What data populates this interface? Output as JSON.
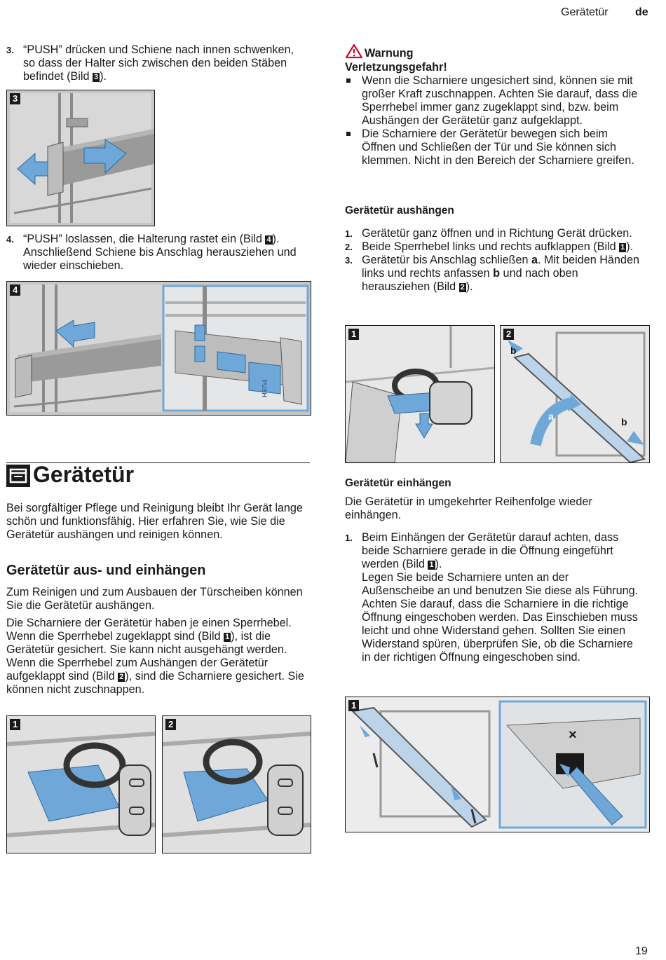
{
  "header": {
    "title": "Gerätetür",
    "lang": "de"
  },
  "page_number": "19",
  "left": {
    "step3": {
      "num": "3.",
      "text": "“PUSH” drücken und Schiene nach innen schwenken, so dass der Halter sich zwischen den beiden Stäben befindet (Bild ",
      "ref": "3",
      "tail": ")."
    },
    "fig3_label": "3",
    "step4": {
      "num": "4.",
      "text": "“PUSH” loslassen, die Halterung rastet ein (Bild ",
      "ref": "4",
      "tail": "). Anschließend Schiene bis Anschlag herausziehen und wieder einschieben."
    },
    "fig4_label": "4",
    "fig4_push": "PUSH",
    "section_title": "Gerätetür",
    "intro": "Bei sorgfältiger Pflege und Reinigung bleibt Ihr Gerät lange schön und funktionsfähig. Hier erfahren Sie, wie Sie die Gerätetür aushängen und reinigen können.",
    "subsection_title": "Gerätetür aus- und einhängen",
    "para1": "Zum Reinigen und zum Ausbauen der Türscheiben können Sie die Gerätetür aushängen.",
    "para2_a": "Die Scharniere der Gerätetür haben je einen Sperrhebel.",
    "para2_b": "Wenn die Sperrhebel zugeklappt sind (Bild ",
    "para2_b_ref": "1",
    "para2_c": "), ist die Gerätetür gesichert. Sie kann nicht ausgehängt werden.",
    "para2_d": "Wenn die Sperrhebel zum Aushängen der Gerätetür aufgeklappt sind (Bild ",
    "para2_d_ref": "2",
    "para2_e": "), sind die Scharniere gesichert. Sie können nicht zuschnappen.",
    "fig_bottom_1": "1",
    "fig_bottom_2": "2"
  },
  "right": {
    "warning_label": "Warnung",
    "warning_title": "Verletzungsgefahr!",
    "warning_bullets": [
      "Wenn die Scharniere ungesichert sind, können sie mit großer Kraft zuschnappen. Achten Sie darauf, dass die Sperrhebel immer ganz zugeklappt sind, bzw. beim Aushängen der Gerätetür ganz aufgeklappt.",
      "Die Scharniere der Gerätetür bewegen sich beim Öffnen und Schließen der Tür und Sie können sich klemmen. Nicht in den Bereich der Scharniere greifen."
    ],
    "aushaengen_title": "Gerätetür aushängen",
    "aushaengen_steps": [
      {
        "num": "1.",
        "a": "Gerätetür ganz öffnen und in Richtung Gerät drücken."
      },
      {
        "num": "2.",
        "a": "Beide Sperrhebel links und rechts aufklappen (Bild ",
        "ref": "1",
        "b": ")."
      },
      {
        "num": "3.",
        "a": "Gerätetür bis Anschlag schließen ",
        "bold1": "a",
        "b": ". Mit beiden Händen links und rechts anfassen ",
        "bold2": "b",
        "c": " und nach oben herausziehen (Bild ",
        "ref": "2",
        "d": ")."
      }
    ],
    "fig_door_1": "1",
    "fig_door_2": "2",
    "fig_door_a": "a",
    "fig_door_b1": "b",
    "fig_door_b2": "b",
    "einhaengen_title": "Gerätetür einhängen",
    "einhaengen_intro": "Die Gerätetür in umgekehrter Reihenfolge wieder einhängen.",
    "einhaengen_step": {
      "num": "1.",
      "a": "Beim Einhängen der Gerätetür darauf achten, dass beide Scharniere gerade in die Öffnung eingeführt werden (Bild ",
      "ref": "1",
      "b": ").",
      "p2": "Legen Sie beide Scharniere unten an der Außenscheibe an und benutzen Sie diese als Führung.",
      "p3": "Achten Sie darauf, dass die Scharniere in die richtige Öffnung eingeschoben werden. Das Einschieben muss leicht und ohne Widerstand gehen. Sollten Sie einen Widerstand spüren, überprüfen Sie, ob die Scharniere in der richtigen Öffnung eingeschoben sind."
    },
    "fig_insert_1": "1"
  }
}
